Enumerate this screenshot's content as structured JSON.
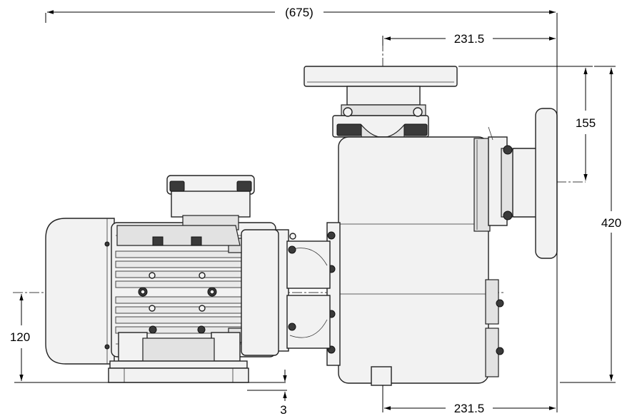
{
  "dimensions": {
    "overall_length": "(675)",
    "flange_offset_top": "231.5",
    "flange_offset_bottom": "231.5",
    "outlet_height": "155",
    "total_height": "420",
    "shaft_height": "120",
    "foot_offset": "3"
  },
  "colors": {
    "line": "#000000",
    "body_fill": "#f2f2f2",
    "shade_fill": "#e2e2e2"
  }
}
